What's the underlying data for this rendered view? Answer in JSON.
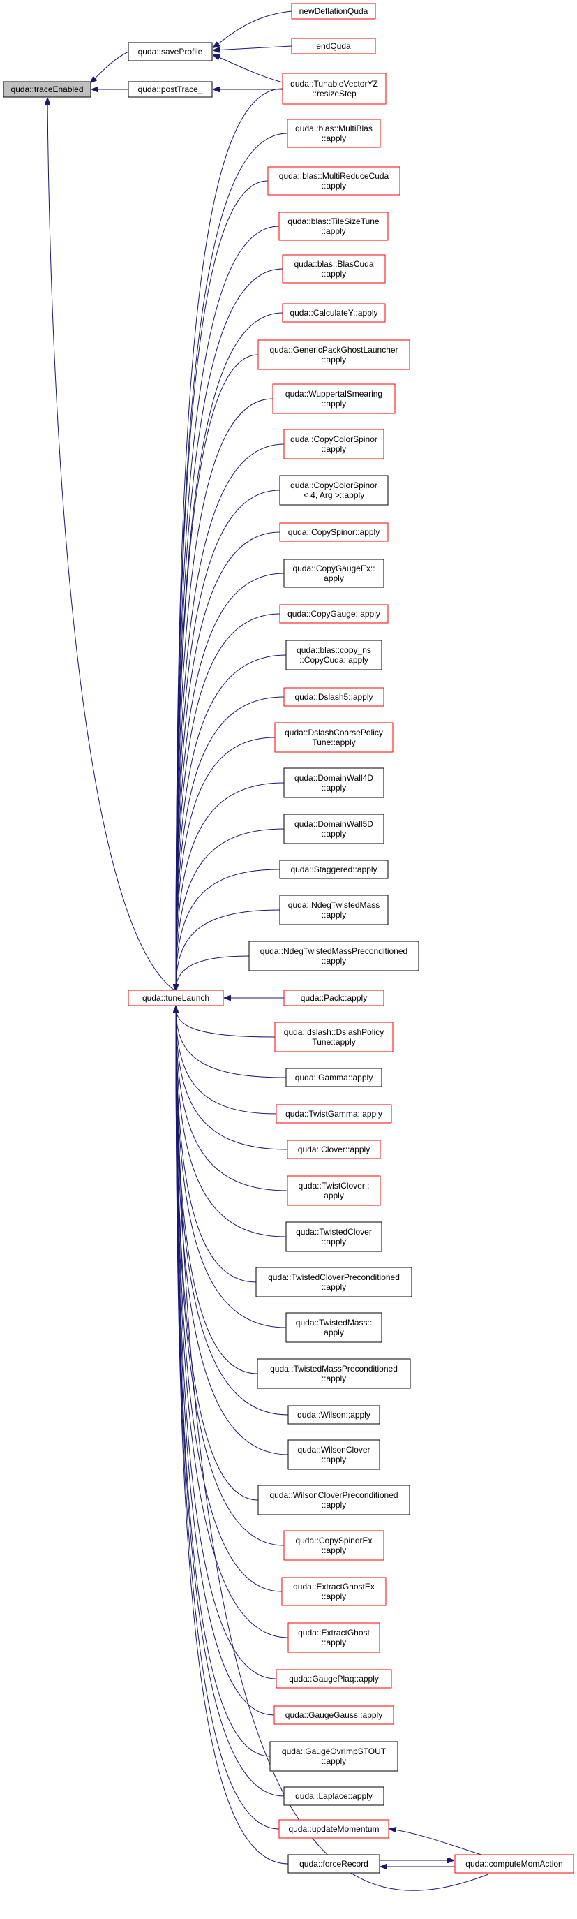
{
  "colors": {
    "edge": "#191970",
    "red_border": "#ff0000",
    "black_border": "#000000",
    "highlight_fill": "#bfbfbf"
  },
  "nodes": [
    {
      "id": "traceEnabled",
      "lines": [
        "quda::traceEnabled"
      ],
      "style": "gray"
    },
    {
      "id": "saveProfile",
      "lines": [
        "quda::saveProfile"
      ],
      "style": "black"
    },
    {
      "id": "postTrace",
      "lines": [
        "quda::postTrace_"
      ],
      "style": "black"
    },
    {
      "id": "tuneLaunch",
      "lines": [
        "quda::tuneLaunch"
      ],
      "style": "red"
    },
    {
      "id": "newDeflationQuda",
      "lines": [
        "newDeflationQuda"
      ],
      "style": "red"
    },
    {
      "id": "endQuda",
      "lines": [
        "endQuda"
      ],
      "style": "red"
    },
    {
      "id": "resizeStep",
      "lines": [
        "quda::TunableVectorYZ",
        "::resizeStep"
      ],
      "style": "red"
    },
    {
      "id": "MultiBlas",
      "lines": [
        "quda::blas::MultiBlas",
        "::apply"
      ],
      "style": "red"
    },
    {
      "id": "MultiReduceCuda",
      "lines": [
        "quda::blas::MultiReduceCuda",
        "::apply"
      ],
      "style": "red"
    },
    {
      "id": "TileSizeTune",
      "lines": [
        "quda::blas::TileSizeTune",
        "::apply"
      ],
      "style": "red"
    },
    {
      "id": "BlasCuda",
      "lines": [
        "quda::blas::BlasCuda",
        "::apply"
      ],
      "style": "red"
    },
    {
      "id": "CalculateY",
      "lines": [
        "quda::CalculateY::apply"
      ],
      "style": "red"
    },
    {
      "id": "GenericPackGhostLauncher",
      "lines": [
        "quda::GenericPackGhostLauncher",
        "::apply"
      ],
      "style": "red"
    },
    {
      "id": "WuppertalSmearing",
      "lines": [
        "quda::WuppertalSmearing",
        "::apply"
      ],
      "style": "red"
    },
    {
      "id": "CopyColorSpinor",
      "lines": [
        "quda::CopyColorSpinor",
        "::apply"
      ],
      "style": "red"
    },
    {
      "id": "CopyColorSpinor4",
      "lines": [
        "quda::CopyColorSpinor",
        "< 4, Arg >::apply"
      ],
      "style": "black"
    },
    {
      "id": "CopySpinor",
      "lines": [
        "quda::CopySpinor::apply"
      ],
      "style": "red"
    },
    {
      "id": "CopyGaugeEx",
      "lines": [
        "quda::CopyGaugeEx::",
        "apply"
      ],
      "style": "black"
    },
    {
      "id": "CopyGauge",
      "lines": [
        "quda::CopyGauge::apply"
      ],
      "style": "red"
    },
    {
      "id": "copy_ns",
      "lines": [
        "quda::blas::copy_ns",
        "::CopyCuda::apply"
      ],
      "style": "black"
    },
    {
      "id": "Dslash5",
      "lines": [
        "quda::Dslash5::apply"
      ],
      "style": "red"
    },
    {
      "id": "DslashCoarsePolicyTune",
      "lines": [
        "quda::DslashCoarsePolicy",
        "Tune::apply"
      ],
      "style": "red"
    },
    {
      "id": "DomainWall4D",
      "lines": [
        "quda::DomainWall4D",
        "::apply"
      ],
      "style": "black"
    },
    {
      "id": "DomainWall5D",
      "lines": [
        "quda::DomainWall5D",
        "::apply"
      ],
      "style": "black"
    },
    {
      "id": "Staggered",
      "lines": [
        "quda::Staggered::apply"
      ],
      "style": "black"
    },
    {
      "id": "NdegTwistedMass",
      "lines": [
        "quda::NdegTwistedMass",
        "::apply"
      ],
      "style": "black"
    },
    {
      "id": "NdegTwistedMassPreconditioned",
      "lines": [
        "quda::NdegTwistedMassPreconditioned",
        "::apply"
      ],
      "style": "black"
    },
    {
      "id": "Pack",
      "lines": [
        "quda::Pack::apply"
      ],
      "style": "red"
    },
    {
      "id": "DslashPolicyTune",
      "lines": [
        "quda::dslash::DslashPolicy",
        "Tune::apply"
      ],
      "style": "red"
    },
    {
      "id": "Gamma",
      "lines": [
        "quda::Gamma::apply"
      ],
      "style": "black"
    },
    {
      "id": "TwistGamma",
      "lines": [
        "quda::TwistGamma::apply"
      ],
      "style": "red"
    },
    {
      "id": "Clover",
      "lines": [
        "quda::Clover::apply"
      ],
      "style": "red"
    },
    {
      "id": "TwistClover",
      "lines": [
        "quda::TwistClover::",
        "apply"
      ],
      "style": "red"
    },
    {
      "id": "TwistedClover",
      "lines": [
        "quda::TwistedClover",
        "::apply"
      ],
      "style": "black"
    },
    {
      "id": "TwistedCloverPreconditioned",
      "lines": [
        "quda::TwistedCloverPreconditioned",
        "::apply"
      ],
      "style": "black"
    },
    {
      "id": "TwistedMass",
      "lines": [
        "quda::TwistedMass::",
        "apply"
      ],
      "style": "black"
    },
    {
      "id": "TwistedMassPreconditioned",
      "lines": [
        "quda::TwistedMassPreconditioned",
        "::apply"
      ],
      "style": "black"
    },
    {
      "id": "Wilson",
      "lines": [
        "quda::Wilson::apply"
      ],
      "style": "black"
    },
    {
      "id": "WilsonClover",
      "lines": [
        "quda::WilsonClover",
        "::apply"
      ],
      "style": "black"
    },
    {
      "id": "WilsonCloverPreconditioned",
      "lines": [
        "quda::WilsonCloverPreconditioned",
        "::apply"
      ],
      "style": "black"
    },
    {
      "id": "CopySpinorEx",
      "lines": [
        "quda::CopySpinorEx",
        "::apply"
      ],
      "style": "red"
    },
    {
      "id": "ExtractGhostEx",
      "lines": [
        "quda::ExtractGhostEx",
        "::apply"
      ],
      "style": "red"
    },
    {
      "id": "ExtractGhost",
      "lines": [
        "quda::ExtractGhost",
        "::apply"
      ],
      "style": "red"
    },
    {
      "id": "GaugePlaq",
      "lines": [
        "quda::GaugePlaq::apply"
      ],
      "style": "red"
    },
    {
      "id": "GaugeGauss",
      "lines": [
        "quda::GaugeGauss::apply"
      ],
      "style": "red"
    },
    {
      "id": "GaugeOvrImpSTOUT",
      "lines": [
        "quda::GaugeOvrImpSTOUT",
        "::apply"
      ],
      "style": "black"
    },
    {
      "id": "Laplace",
      "lines": [
        "quda::Laplace::apply"
      ],
      "style": "black"
    },
    {
      "id": "updateMomentum",
      "lines": [
        "quda::updateMomentum"
      ],
      "style": "red"
    },
    {
      "id": "forceRecord",
      "lines": [
        "quda::forceRecord"
      ],
      "style": "black"
    },
    {
      "id": "computeMomAction",
      "lines": [
        "quda::computeMomAction"
      ],
      "style": "red"
    }
  ]
}
